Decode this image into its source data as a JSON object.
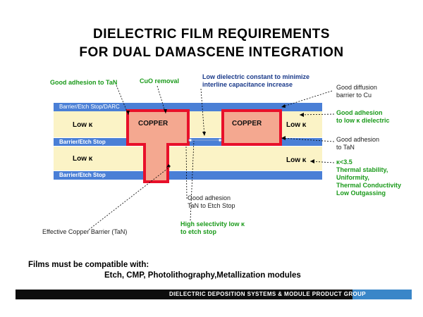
{
  "title": {
    "line1": "DIELECTRIC FILM REQUIREMENTS",
    "line2": "FOR DUAL DAMASCENE INTEGRATION"
  },
  "layers": {
    "barrier_top": "Barrier/Etch Stop/DARC",
    "barrier_mid": "Barrier/Etch Stop",
    "barrier_bot": "Barrier/Etch Stop",
    "low_k": "Low κ",
    "copper": "COPPER"
  },
  "annotations": {
    "good_adhesion_tan": "Good adhesion  to TaN",
    "cuo_removal": "CuO removal",
    "low_dielectric": "Low dielectric constant to minimize interline capacitance increase",
    "low_dielectric_l1": "Low dielectric constant to minimize",
    "low_dielectric_l2": "interline capacitance increase",
    "diffusion_l1": "Good diffusion",
    "diffusion_l2": "barrier to Cu",
    "adhesion_lowk_l1": "Good adhesion",
    "adhesion_lowk_l2": "to low κ dielectric",
    "adhesion_tan_r1": "Good adhesion",
    "adhesion_tan_r2": "to TaN",
    "req_k": "κ<3.5",
    "req_thermal": "Thermal stability,",
    "req_uniform": "Uniformity,",
    "req_conduct": "Thermal Conductivity",
    "req_outgas": "Low Outgassing",
    "etchstop_l1": "Good adhesion",
    "etchstop_l2": "TaN to Etch Stop",
    "selectivity_l1": "High selectivity low κ",
    "selectivity_l2": "to etch stop",
    "cu_barrier": "Effective Copper Barrier (TaN)"
  },
  "bottom": {
    "films": "Films must be compatible with:",
    "modules": "Etch, CMP, Photolithography,Metallization modules"
  },
  "footer": {
    "group": "DIELECTRIC DEPOSITION SYSTEMS & MODULE PRODUCT GROUP"
  },
  "colors": {
    "barrier": "#4a7fd6",
    "low_k": "#fbf3c6",
    "copper_fill": "#f4a890",
    "copper_border": "#e8102a",
    "annotation_green": "#1a9a1a",
    "footer_band": "#0d0d0d",
    "footer_accent": "#3a86c8"
  }
}
